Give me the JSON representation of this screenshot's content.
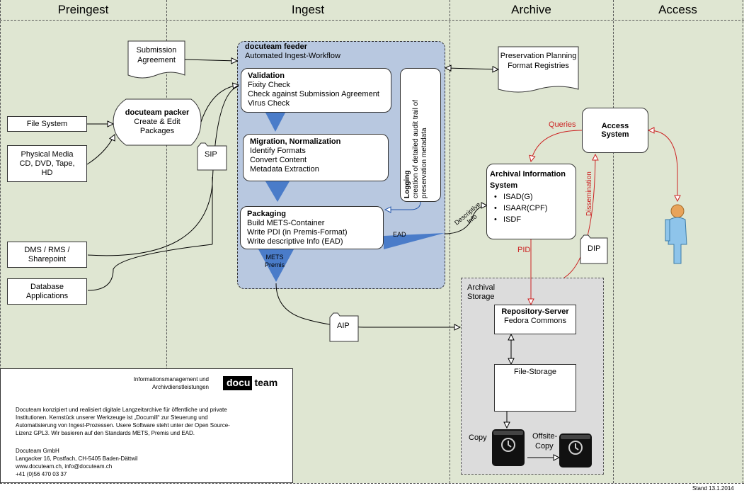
{
  "lanes": [
    "Preingest",
    "Ingest",
    "Archive",
    "Access"
  ],
  "preingest": {
    "submission_agreement": [
      "Submission",
      "Agreement"
    ],
    "file_system": "File System",
    "physical_media": [
      "Physical Media",
      "CD, DVD, Tape,",
      "HD"
    ],
    "packer_title": "docuteam packer",
    "packer_lines": [
      "Create & Edit",
      "Packages"
    ],
    "dms": [
      "DMS / RMS /",
      "Sharepoint"
    ],
    "database": [
      "Database",
      "Applications"
    ],
    "sip": "SIP"
  },
  "feeder": {
    "title": "docuteam feeder",
    "subtitle": "Automated Ingest-Workflow",
    "validation": {
      "title": "Validation",
      "lines": [
        "Fixity Check",
        "Check against Submission Agreement",
        "Virus Check"
      ]
    },
    "migration": {
      "title": "Migration, Normalization",
      "lines": [
        "Identify Formats",
        "Convert Content",
        "Metadata Extraction"
      ]
    },
    "packaging": {
      "title": "Packaging",
      "lines": [
        "Build METS-Container",
        "Write PDI (in Premis-Format)",
        "Write descriptive Info (EAD)"
      ]
    },
    "logging_title": "Logging",
    "logging_lines": [
      "creation of detailed audit trail of",
      "preservation metadata"
    ],
    "ead": "EAD",
    "mets": [
      "METS",
      "Premis"
    ]
  },
  "archive": {
    "planning": [
      "Preservation Planning",
      "Format Registries"
    ],
    "ais_title": [
      "Archival Information",
      "System"
    ],
    "ais_items": [
      "ISAD(G)",
      "ISAAR(CPF)",
      "ISDF"
    ],
    "descriptive_info": [
      "Descriptive",
      "Info"
    ],
    "pid": "PID",
    "storage_label": [
      "Archival",
      "Storage"
    ],
    "repo_title": "Repository-Server",
    "repo_sub": "Fedora Commons",
    "file_storage": "File-Storage",
    "copy": "Copy",
    "offsite": [
      "Offsite-",
      "Copy"
    ],
    "aip": "AIP",
    "dip": "DIP"
  },
  "access": {
    "queries": "Queries",
    "access_system": "Access System",
    "dissemination": "Dissemination"
  },
  "company": {
    "tagline": [
      "Informationsmanagement und",
      "Archivdienstleistungen"
    ],
    "logo_left": "docu",
    "logo_right": "team",
    "description": [
      "Docuteam konzipiert und realisiert digitale Langzeitarchive für öffentliche und private",
      "Institutionen. Kernstück unserer Werkzeuge ist „Documill“ zur Steuerung und",
      "Automatisierung von Ingest-Prozessen. Usere Software steht unter der Open Source-",
      "Lizenz GPL3. Wir basieren auf den Standards METS, Premis und EAD."
    ],
    "address": [
      "Docuteam GmbH",
      "Langacker 16, Postfach, CH-5405 Baden-Dättwil",
      "www.docuteam.ch, info@docuteam.ch",
      "+41 (0)56 470 03 37"
    ]
  },
  "footer": "Stand 13.1.2014",
  "colors": {
    "lane": "#dfe6d2",
    "feeder": "#b8c8e0",
    "flow": "#4a7cc9",
    "red": "#cc2222",
    "storage": "#dcdcdc"
  }
}
